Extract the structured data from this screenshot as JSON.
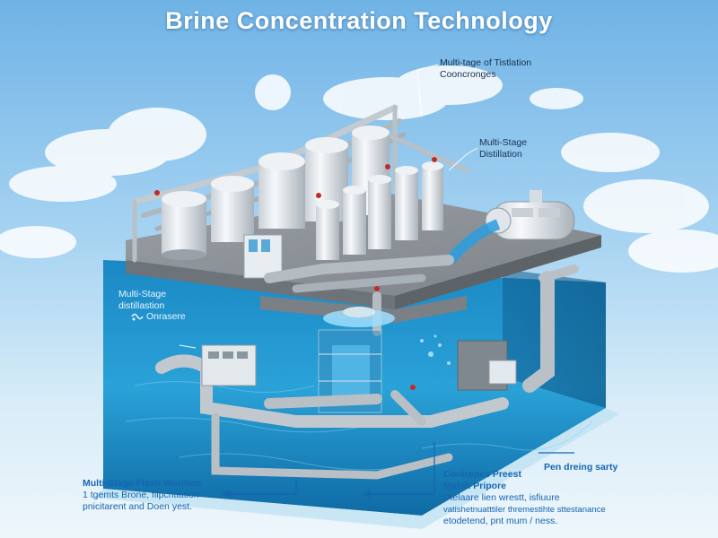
{
  "title": "Brine Concentration Technology",
  "labels": {
    "top_callout_line1": "Multi-tage of Tistlation",
    "top_callout_line2": "Cooncronges",
    "mid_callout_line1": "Multi-Stage",
    "mid_callout_line2": "Distillation",
    "left_callout_line1": "Multi-Stage",
    "left_callout_line2": "distillastion",
    "left_callout_brand": "Onrasere",
    "bottom_left_head": "Multi-Stage Flash Worition",
    "bottom_left_line1": "1 tgemts Brone, fiipchtiation",
    "bottom_left_line2": "pnicitarent and Doen yest.",
    "bottom_center_head1": "Contrepes Preest",
    "bottom_center_head2": "Matsh Pripore",
    "bottom_center_line1": "Dtelaare lien wrestt, isfiuure",
    "bottom_center_line2": "vatishetnuatttiler thremestihte sttestanance",
    "bottom_center_line3": "etodetend, pnt mum / ness.",
    "bottom_right_head": "Pen dreing sarty"
  },
  "colors": {
    "sky_top": "#6fb3e6",
    "water": "#1f8fc8",
    "water_deep": "#0e5f93",
    "platform": "#8c9296",
    "accent_blue": "#1565b0"
  },
  "icons": [
    "sun-icon",
    "cloud-icon",
    "wave-logo-icon",
    "arrow-left-icon",
    "arrow-right-icon"
  ]
}
